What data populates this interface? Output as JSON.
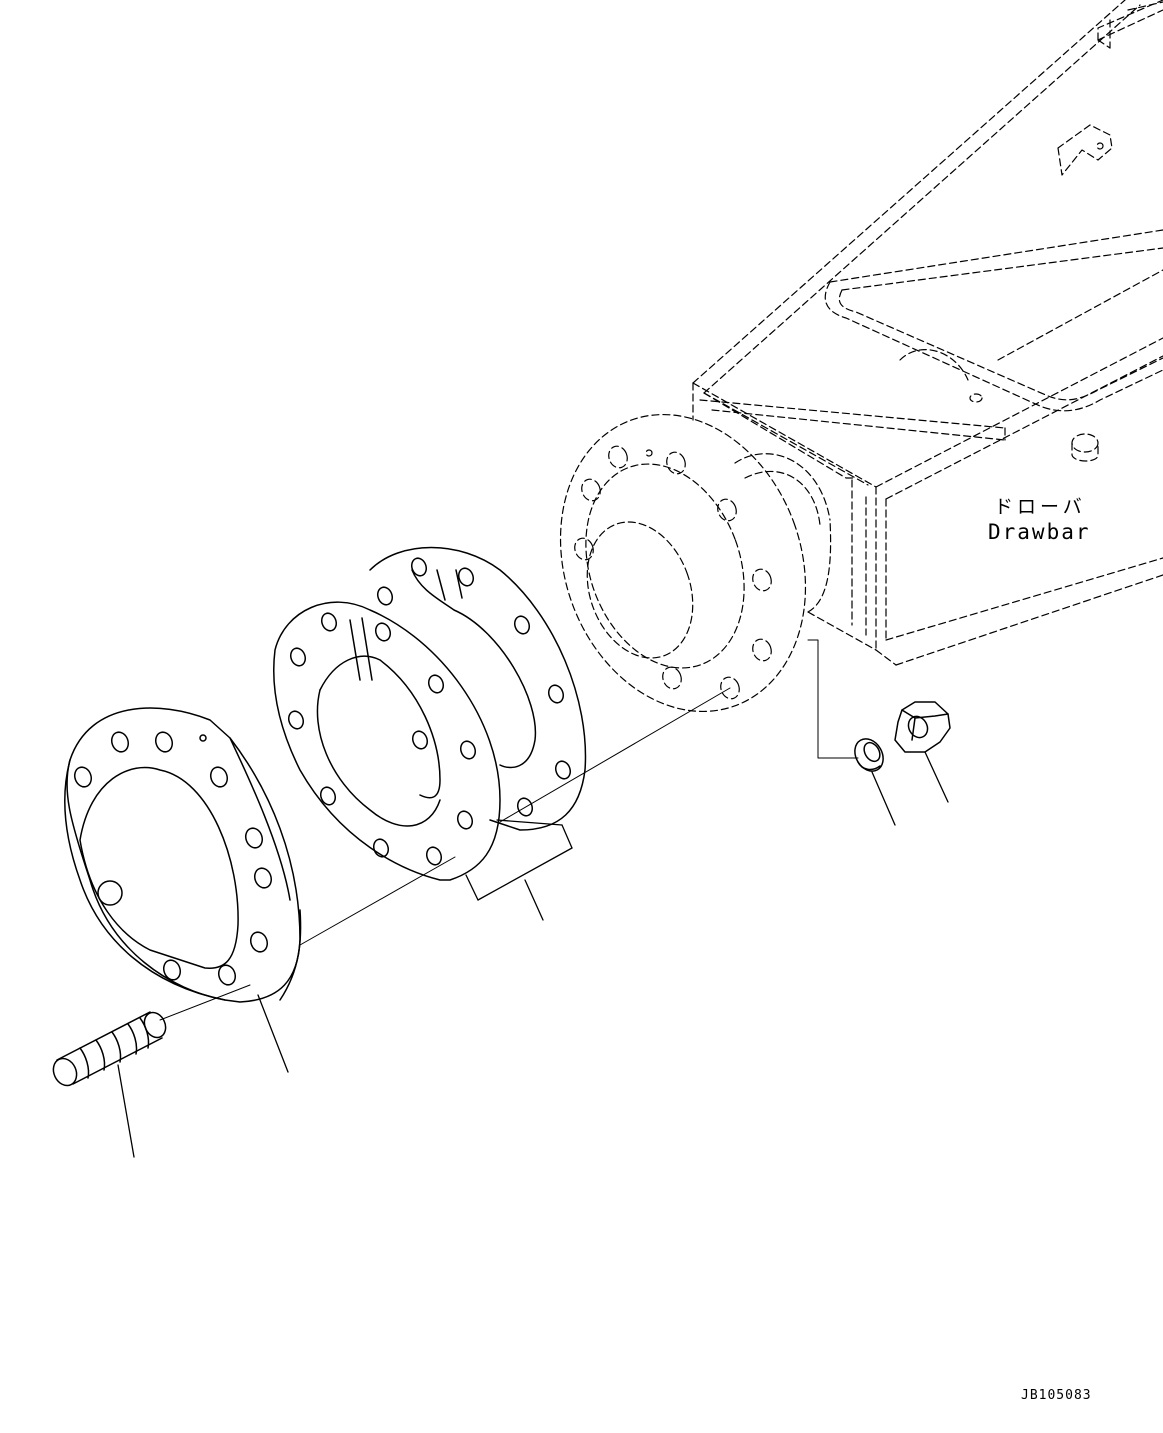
{
  "diagram": {
    "label_japanese": "ドローバ",
    "label_english": "Drawbar",
    "drawing_id": "JB105083"
  },
  "parts": [
    {
      "icon": "stud-bolt-icon"
    },
    {
      "icon": "cover-plate-icon"
    },
    {
      "icon": "shim-pair-icon"
    },
    {
      "icon": "washer-icon"
    },
    {
      "icon": "nut-icon"
    }
  ]
}
